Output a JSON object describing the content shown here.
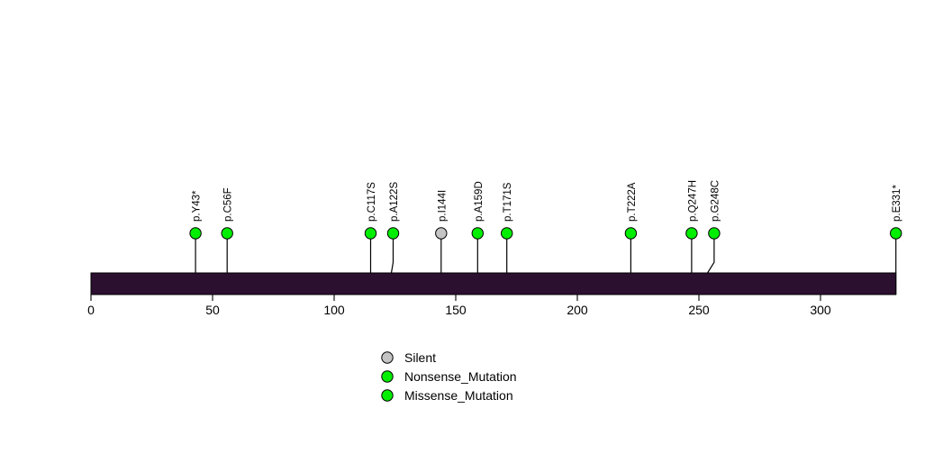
{
  "chart_data": {
    "type": "lollipop",
    "title": "",
    "xlabel": "",
    "ylabel": "",
    "xlim": [
      0,
      331
    ],
    "protein_length": 331,
    "axis_ticks": [
      0,
      50,
      100,
      150,
      200,
      250,
      300
    ],
    "axis_tick_labels": [
      "0",
      "50",
      "100",
      "150",
      "200",
      "250",
      "300"
    ],
    "domain_bar": {
      "start": 0,
      "end": 331,
      "color": "#2C1030"
    },
    "grid": false,
    "legend_position": "bottom-center",
    "mutations": [
      {
        "label": "p.Y43*",
        "position": 43,
        "type": "Nonsense_Mutation",
        "color": "#00EE00",
        "count": 1
      },
      {
        "label": "p.C56F",
        "position": 56,
        "type": "Missense_Mutation",
        "color": "#00EE00",
        "count": 1
      },
      {
        "label": "p.C117S",
        "position": 115,
        "type": "Missense_Mutation",
        "color": "#00EE00",
        "count": 1
      },
      {
        "label": "p.A122S",
        "position": 122,
        "type": "Missense_Mutation",
        "color": "#00EE00",
        "count": 1
      },
      {
        "label": "p.I144I",
        "position": 144,
        "type": "Silent",
        "color": "#C4C4C4",
        "count": 1
      },
      {
        "label": "p.A159D",
        "position": 159,
        "type": "Missense_Mutation",
        "color": "#00EE00",
        "count": 1
      },
      {
        "label": "p.T171S",
        "position": 171,
        "type": "Missense_Mutation",
        "color": "#00EE00",
        "count": 1
      },
      {
        "label": "p.T222A",
        "position": 222,
        "type": "Missense_Mutation",
        "color": "#00EE00",
        "count": 1
      },
      {
        "label": "p.Q247H",
        "position": 247,
        "type": "Missense_Mutation",
        "color": "#00EE00",
        "count": 1
      },
      {
        "label": "p.G248C",
        "position": 248,
        "type": "Missense_Mutation",
        "color": "#00EE00",
        "count": 1
      },
      {
        "label": "p.E331*",
        "position": 331,
        "type": "Nonsense_Mutation",
        "color": "#00EE00",
        "count": 1
      }
    ],
    "legend": [
      {
        "label": "Silent",
        "color": "#C4C4C4"
      },
      {
        "label": "Nonsense_Mutation",
        "color": "#00EE00"
      },
      {
        "label": "Missense_Mutation",
        "color": "#00EE00"
      }
    ]
  }
}
